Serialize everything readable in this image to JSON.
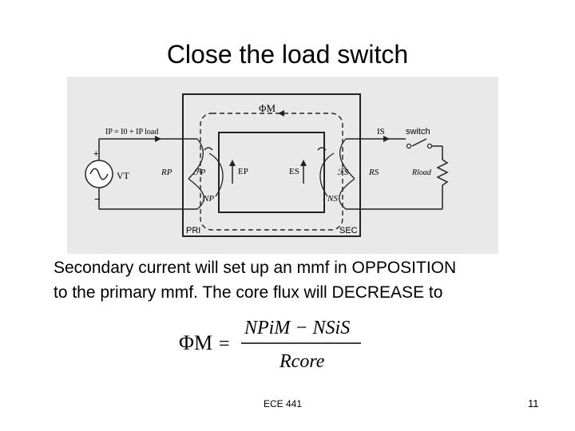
{
  "slide": {
    "title": "Close the load switch",
    "body_lines": [
      "Secondary current will set up an mmf in OPPOSITION",
      "to the primary mmf.  The core flux will DECREASE to"
    ],
    "footer_center": "ECE 441",
    "page_number": "11"
  },
  "diagram": {
    "labels": {
      "flux_top": "ΦM",
      "primary_current_eq": "IP = I0 + IP load",
      "secondary_current": "IS",
      "switch": "switch",
      "source": "VT",
      "rp": "RP",
      "fp": "ℱP",
      "ep": "EP",
      "es": "ES",
      "fs": "ℱS",
      "rs": "RS",
      "rload": "Rload",
      "np": "NP",
      "ns": "NS",
      "pri": "PRI",
      "sec": "SEC"
    }
  },
  "formula": {
    "lhs": "ΦM",
    "numerator": "NPiM − NSiS",
    "denominator": "Rcore"
  }
}
